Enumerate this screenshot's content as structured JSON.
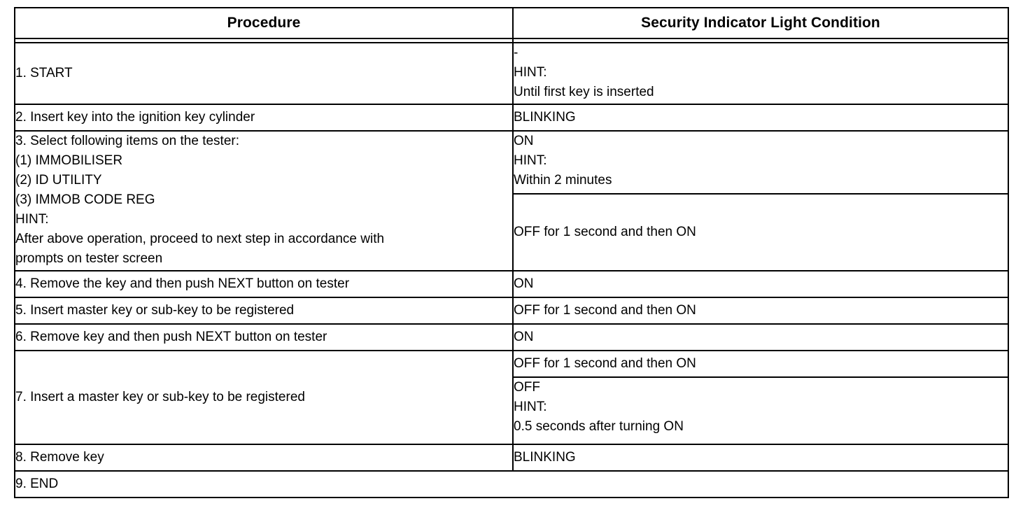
{
  "document": {
    "type": "procedure-table",
    "title": "Security Indicator Light Condition Procedure Table"
  },
  "table": {
    "headers": {
      "procedure": "Procedure",
      "condition": "Security Indicator Light Condition"
    },
    "rows": [
      {
        "id": "row-1",
        "procedure_lines": [
          "1. START"
        ],
        "condition_blocks": [
          {
            "lines": [
              "-",
              "HINT:",
              "Until first key is inserted"
            ]
          }
        ]
      },
      {
        "id": "row-2",
        "procedure_lines": [
          "2. Insert key into the ignition key cylinder"
        ],
        "condition_blocks": [
          {
            "lines": [
              "BLINKING"
            ]
          }
        ]
      },
      {
        "id": "row-3",
        "procedure_lines": [
          "3. Select following items on the tester:",
          "(1) IMMOBILISER",
          "(2) ID UTILITY",
          "(3) IMMOB CODE REG",
          "HINT:",
          "After above operation, proceed to next step in accordance with",
          "prompts on tester screen"
        ],
        "condition_blocks": [
          {
            "lines": [
              "ON",
              "HINT:",
              "Within 2 minutes"
            ]
          },
          {
            "lines": [
              "OFF for 1 second and then ON"
            ]
          }
        ]
      },
      {
        "id": "row-4",
        "procedure_lines": [
          "4. Remove the key and then push NEXT button on tester"
        ],
        "condition_blocks": [
          {
            "lines": [
              "ON"
            ]
          }
        ]
      },
      {
        "id": "row-5",
        "procedure_lines": [
          "5. Insert master key or sub-key to be registered"
        ],
        "condition_blocks": [
          {
            "lines": [
              "OFF for 1 second and then ON"
            ]
          }
        ]
      },
      {
        "id": "row-6",
        "procedure_lines": [
          "6. Remove key and then push NEXT button on tester"
        ],
        "condition_blocks": [
          {
            "lines": [
              "ON"
            ]
          }
        ]
      },
      {
        "id": "row-7",
        "procedure_lines": [
          "7. Insert a master key or sub-key to be registered"
        ],
        "condition_blocks": [
          {
            "lines": [
              "OFF for 1 second and then ON"
            ]
          },
          {
            "lines": [
              "OFF",
              "HINT:",
              "0.5 seconds after turning ON"
            ]
          }
        ]
      },
      {
        "id": "row-8",
        "procedure_lines": [
          "8. Remove key"
        ],
        "condition_blocks": [
          {
            "lines": [
              "BLINKING"
            ]
          }
        ]
      },
      {
        "id": "row-9",
        "procedure_lines": [
          "9. END"
        ],
        "condition_blocks": []
      }
    ]
  },
  "colors": {
    "text": "#000000",
    "background": "#ffffff",
    "border": "#000000"
  }
}
